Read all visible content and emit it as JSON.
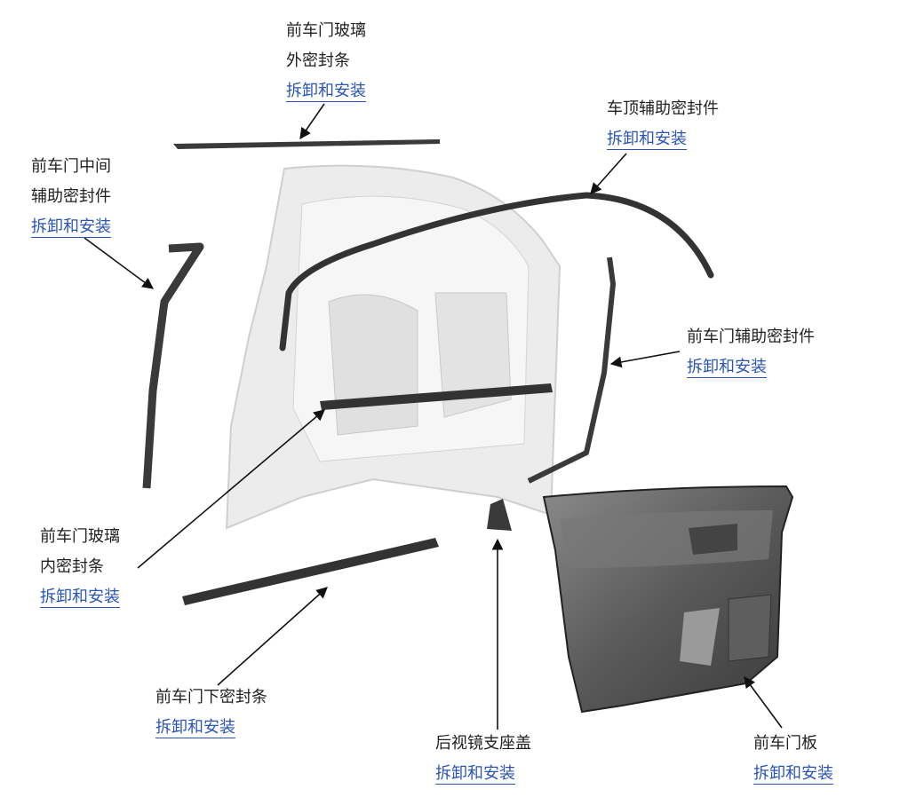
{
  "callouts": [
    {
      "lines": [
        "前车门玻璃",
        "外密封条"
      ],
      "link": "拆卸和安装"
    },
    {
      "lines": [
        "车顶辅助密封件"
      ],
      "link": "拆卸和安装"
    },
    {
      "lines": [
        "前车门中间",
        "辅助密封件"
      ],
      "link": "拆卸和安装"
    },
    {
      "lines": [
        "前车门辅助密封件"
      ],
      "link": "拆卸和安装"
    },
    {
      "lines": [
        "前车门玻璃",
        "内密封条"
      ],
      "link": "拆卸和安装"
    },
    {
      "lines": [
        "前车门下密封条"
      ],
      "link": "拆卸和安装"
    },
    {
      "lines": [
        "后视镜支座盖"
      ],
      "link": "拆卸和安装"
    },
    {
      "lines": [
        "前车门板"
      ],
      "link": "拆卸和安装"
    }
  ],
  "colors": {
    "link": "#2b55b5",
    "text": "#222222",
    "part": "#3a3a3a",
    "door_frame": "#e6e6e6"
  }
}
